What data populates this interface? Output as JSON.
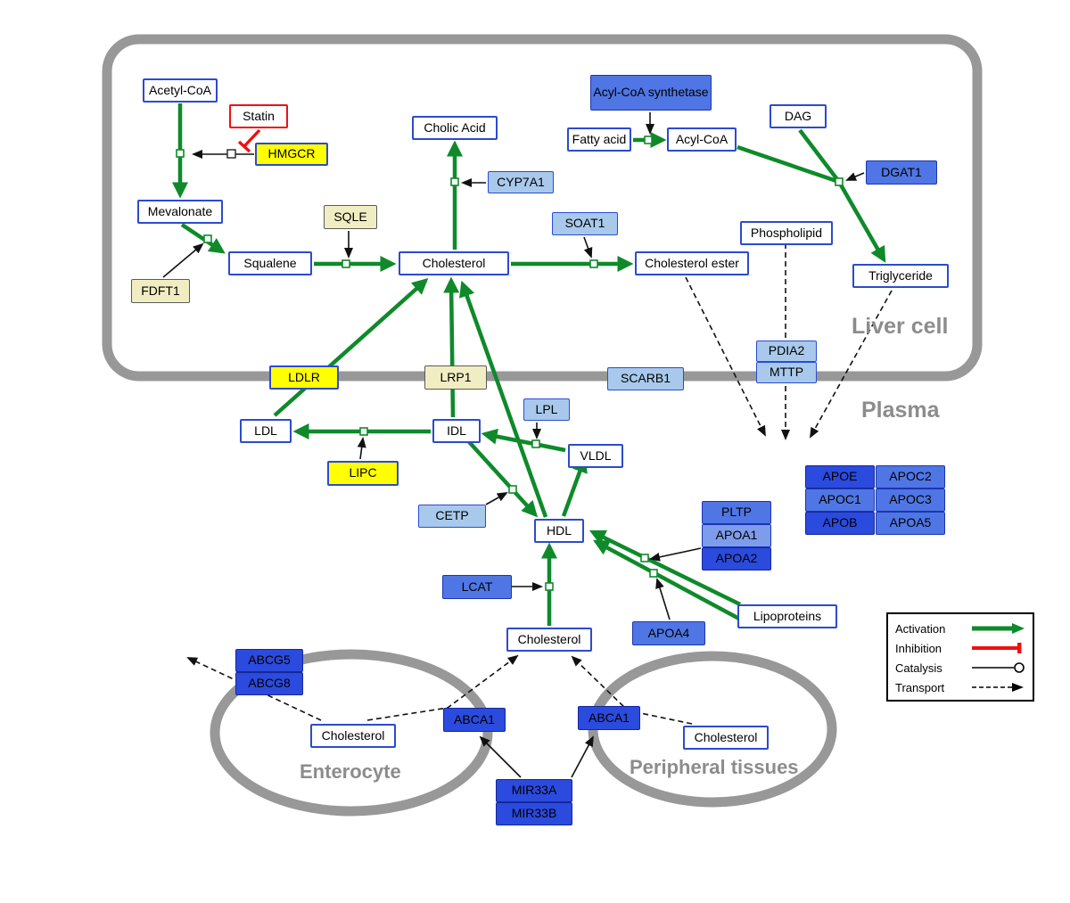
{
  "diagram": {
    "regions": {
      "liver": "Liver cell",
      "plasma": "Plasma",
      "enterocyte": "Enterocyte",
      "peripheral": "Peripheral tissues"
    },
    "nodes": {
      "acetyl_coa": "Acetyl-CoA",
      "statin": "Statin",
      "hmgcr": "HMGCR",
      "mevalonate": "Mevalonate",
      "sqle": "SQLE",
      "fdft1": "FDFT1",
      "squalene": "Squalene",
      "cholesterol_liver": "Cholesterol",
      "cholic_acid": "Cholic Acid",
      "cyp7a1": "CYP7A1",
      "soat1": "SOAT1",
      "cholesterol_ester": "Cholesterol ester",
      "acyl_coa_synthetase": "Acyl-CoA synthetase",
      "fatty_acid": "Fatty acid",
      "acyl_coa": "Acyl-CoA",
      "dag": "DAG",
      "dgat1": "DGAT1",
      "phospholipid": "Phospholipid",
      "triglyceride": "Triglyceride",
      "pdia2": "PDIA2",
      "mttp": "MTTP",
      "ldlr": "LDLR",
      "lrp1": "LRP1",
      "scarb1": "SCARB1",
      "ldl": "LDL",
      "idl": "IDL",
      "lpl": "LPL",
      "vldl": "VLDL",
      "lipc": "LIPC",
      "cetp": "CETP",
      "hdl": "HDL",
      "pltp": "PLTP",
      "apoa1": "APOA1",
      "apoa2": "APOA2",
      "apoe": "APOE",
      "apoc2": "APOC2",
      "apoc1": "APOC1",
      "apoc3": "APOC3",
      "apob": "APOB",
      "apoa5": "APOA5",
      "lcat": "LCAT",
      "apoa4": "APOA4",
      "lipoproteins": "Lipoproteins",
      "cholesterol_plasma": "Cholesterol",
      "abcg5": "ABCG5",
      "abcg8": "ABCG8",
      "cholesterol_enterocyte": "Cholesterol",
      "abca1_enterocyte": "ABCA1",
      "abca1_peripheral": "ABCA1",
      "cholesterol_peripheral": "Cholesterol",
      "mir33a": "MIR33A",
      "mir33b": "MIR33B"
    },
    "legend": {
      "activation": "Activation",
      "inhibition": "Inhibition",
      "catalysis": "Catalysis",
      "transport": "Transport"
    },
    "colors": {
      "activation_green": "#0e8a2a",
      "inhibition_red": "#ee1111",
      "membrane_gray": "#989898",
      "metabolite_border_blue": "#2b4bd0",
      "gene_yellow": "#ffff00",
      "gene_pale_yellow": "#f1edc2",
      "gene_light_blue": "#a9c9ec",
      "gene_blue": "#4f76e4",
      "gene_dark_blue": "#2b4ade"
    }
  }
}
